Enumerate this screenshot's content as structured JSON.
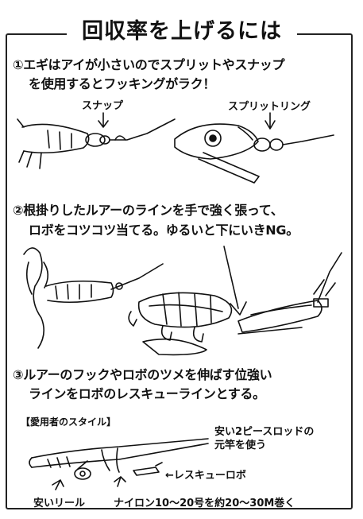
{
  "title": "回収率を上げるには",
  "section1": {
    "line1": "①エギはアイが小さいのでスプリットやスナップ",
    "line2": "を使用するとフッキングがラク！",
    "label_snap": "スナップ",
    "label_split_ring": "スプリットリング"
  },
  "section2": {
    "line1": "②根掛りしたルアーのラインを手で強く張って、",
    "line2": "ロボをコツコツ当てる。ゆるいと下にいきNG。"
  },
  "section3": {
    "line1": "③ルアーのフックやロボのツメを伸ばす位強い",
    "line2": "ラインをロボのレスキューラインとする。"
  },
  "style_box": {
    "heading": "【愛用者のスタイル】",
    "rod_line1": "安い2ピースロッドの",
    "rod_line2": "元竿を使う",
    "rescue": "←レスキューロボ",
    "reel": "安いリール",
    "line_spec": "ナイロン10〜20号を約20〜30M巻く"
  }
}
